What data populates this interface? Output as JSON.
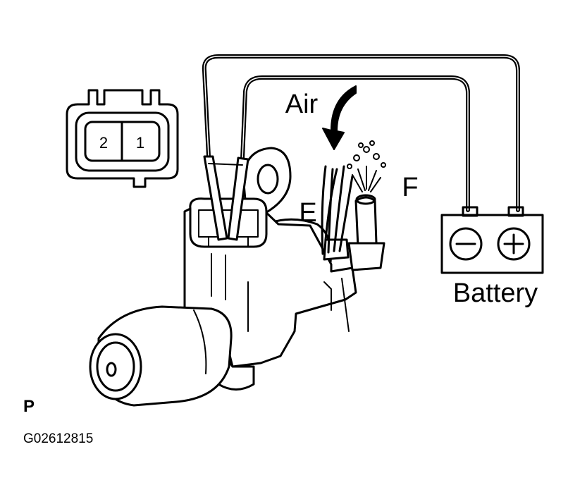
{
  "labels": {
    "air": "Air",
    "port_e": "E",
    "port_f": "F",
    "battery": "Battery",
    "view": "P",
    "figure_id": "G02612815"
  },
  "connector": {
    "pins": [
      "2",
      "1"
    ]
  },
  "battery_terminals": {
    "negative": "−",
    "positive": "+"
  }
}
